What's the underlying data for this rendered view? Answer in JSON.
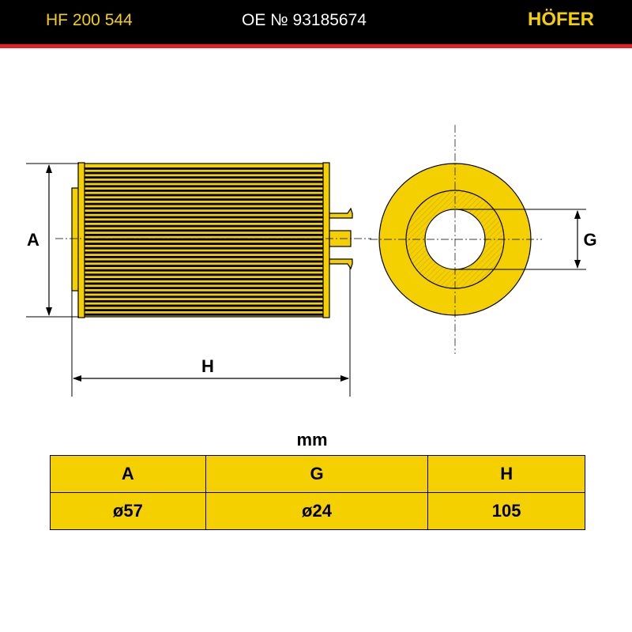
{
  "header": {
    "part_number": "HF 200 544",
    "oe_number": "OE № 93185674",
    "brand": "HÖFER"
  },
  "diagram": {
    "label_a": "A",
    "label_g": "G",
    "label_h": "H"
  },
  "table": {
    "unit": "mm",
    "headers": [
      "A",
      "G",
      "H"
    ],
    "values": [
      "ø57",
      "ø24",
      "105"
    ]
  },
  "colors": {
    "accent_yellow": "#f5d000",
    "header_bg": "#000000",
    "header_rule": "#e31e24"
  }
}
